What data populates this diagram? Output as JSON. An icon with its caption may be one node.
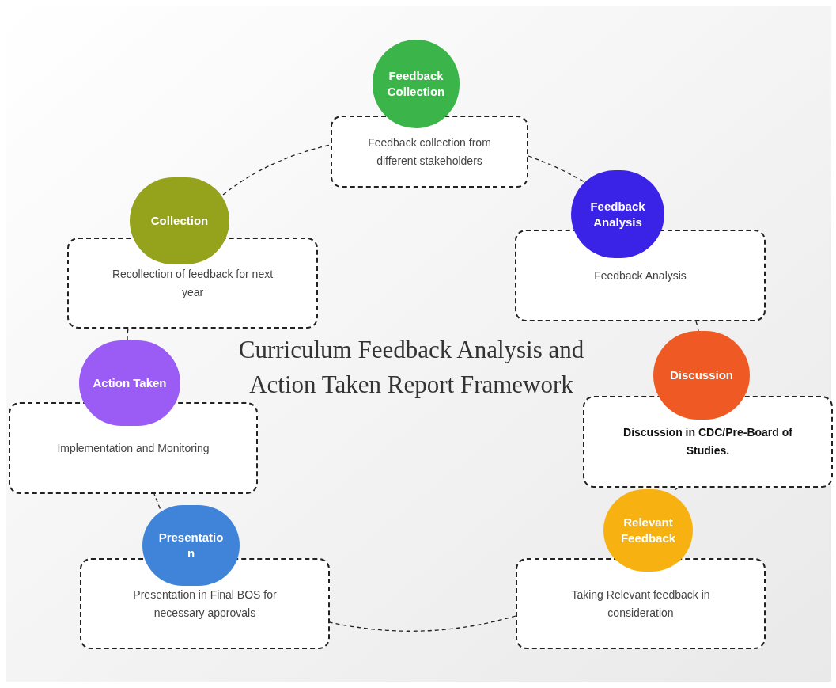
{
  "diagram": {
    "title": "Curriculum Feedback Analysis and Action Taken Report Framework",
    "nodes": [
      {
        "text": [
          "Feedback Collection"
        ]
      },
      {
        "text": [
          "Feedback collection from different stakeholders"
        ]
      },
      {
        "text": [
          "Feedback Analysis"
        ]
      },
      {
        "text": [
          "Feedback Analysis"
        ]
      },
      {
        "text": [
          "Discussion"
        ]
      },
      {
        "text": [
          "Discussion in CDC/Pre-Board of Studies."
        ]
      },
      {
        "text": [
          "Relevant Feedback"
        ]
      },
      {
        "text": [
          "Taking Relevant feedback in consideration"
        ]
      },
      {
        "text": [
          "Presentation"
        ]
      },
      {
        "text": [
          "Presentation in Final BOS for necessary approvals"
        ]
      },
      {
        "text": [
          "Action Taken"
        ]
      },
      {
        "text": [
          "Implementation and Monitoring"
        ]
      },
      {
        "text": [
          "Collection"
        ]
      },
      {
        "text": [
          "Recollection of feedback for next year"
        ]
      }
    ],
    "edges": [
      {
        "from": 1,
        "to": 2,
        "arrow": "none",
        "style": "dashed"
      },
      {
        "from": 3,
        "to": 4,
        "arrow": "none",
        "style": "dashed"
      },
      {
        "from": 5,
        "to": 6,
        "arrow": "none",
        "style": "dashed"
      },
      {
        "from": 7,
        "to": 9,
        "arrow": "none",
        "style": "dashed"
      },
      {
        "from": 8,
        "to": 11,
        "arrow": "none",
        "style": "dashed"
      },
      {
        "from": 10,
        "to": 13,
        "arrow": "none",
        "style": "dashed"
      },
      {
        "from": 12,
        "to": 1,
        "arrow": "none",
        "style": "dashed"
      }
    ]
  }
}
